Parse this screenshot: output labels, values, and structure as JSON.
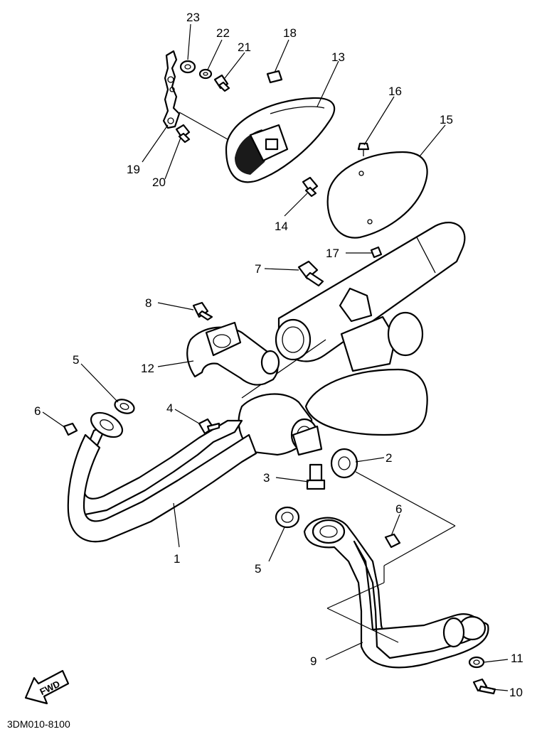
{
  "diagram_code": "3DM010-8100",
  "direction_label": "FWD",
  "callouts": {
    "c1": "1",
    "c2": "2",
    "c3": "3",
    "c4": "4",
    "c5a": "5",
    "c5b": "5",
    "c6a": "6",
    "c6b": "6",
    "c7": "7",
    "c8": "8",
    "c9": "9",
    "c10": "10",
    "c11": "11",
    "c12": "12",
    "c13": "13",
    "c14": "14",
    "c15": "15",
    "c16": "16",
    "c17": "17",
    "c18": "18",
    "c19": "19",
    "c20": "20",
    "c21": "21",
    "c22": "22",
    "c23": "23"
  }
}
